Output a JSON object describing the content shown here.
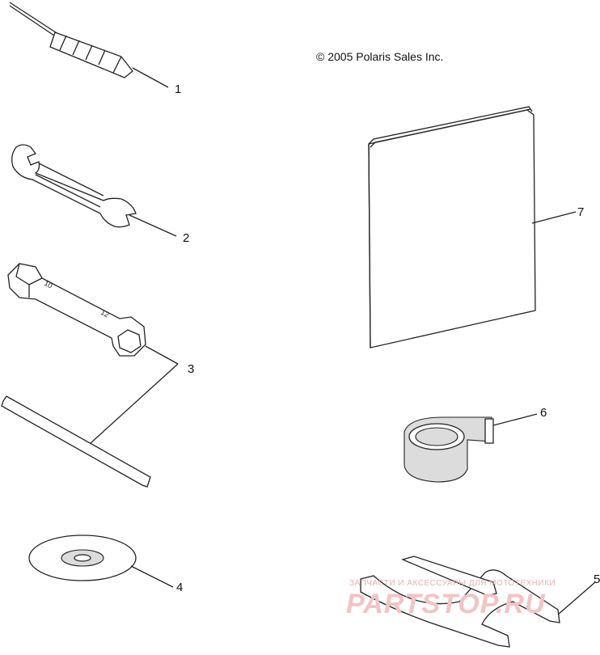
{
  "copyright": "© 2005 Polaris Sales Inc.",
  "callouts": [
    {
      "id": "screwdriver",
      "number": "1"
    },
    {
      "id": "wrench",
      "number": "2"
    },
    {
      "id": "socket-tool",
      "number": "3"
    },
    {
      "id": "disc",
      "number": "4"
    },
    {
      "id": "spanner",
      "number": "5"
    },
    {
      "id": "strap",
      "number": "6"
    },
    {
      "id": "manual",
      "number": "7"
    }
  ],
  "watermark": {
    "tagline": "ЗАПЧАСТИ И АКСЕССУАРЫ ДЛЯ МОТОТЕХНИКИ",
    "brand": "PARTSTOP.RU"
  }
}
